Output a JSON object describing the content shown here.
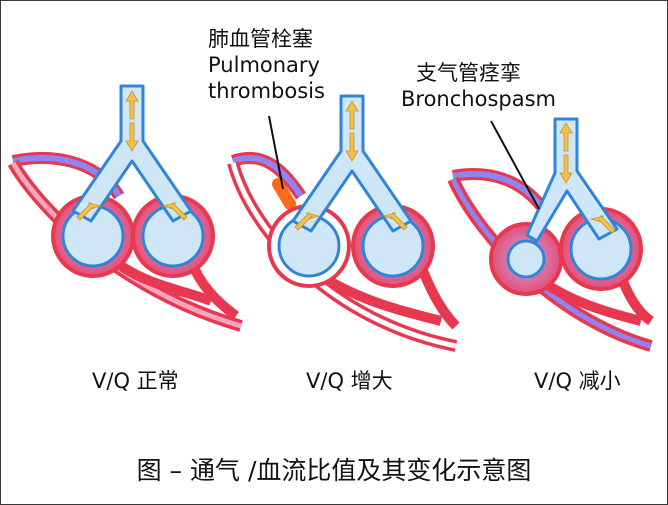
{
  "panels": [
    {
      "label": "V/Q 正常"
    },
    {
      "label": "V/Q 增大",
      "annotation": {
        "zh": "肺血管栓塞",
        "en": "Pulmonary thrombosis"
      }
    },
    {
      "label": "V/Q 减小",
      "annotation": {
        "zh": "支气管痉挛",
        "en": "Bronchospasm"
      }
    }
  ],
  "caption": "图 – 通气 /血流比值及其变化示意图",
  "colors": {
    "airway_fill": "#cfe6f7",
    "airway_stroke": "#2f86d8",
    "vessel_red": "#e8384f",
    "vessel_purple": "#8f84f0",
    "blood_pink": "#f3a6bf",
    "arrow_yellow": "#f2c14a",
    "thrombus": "#ff6a1a"
  }
}
